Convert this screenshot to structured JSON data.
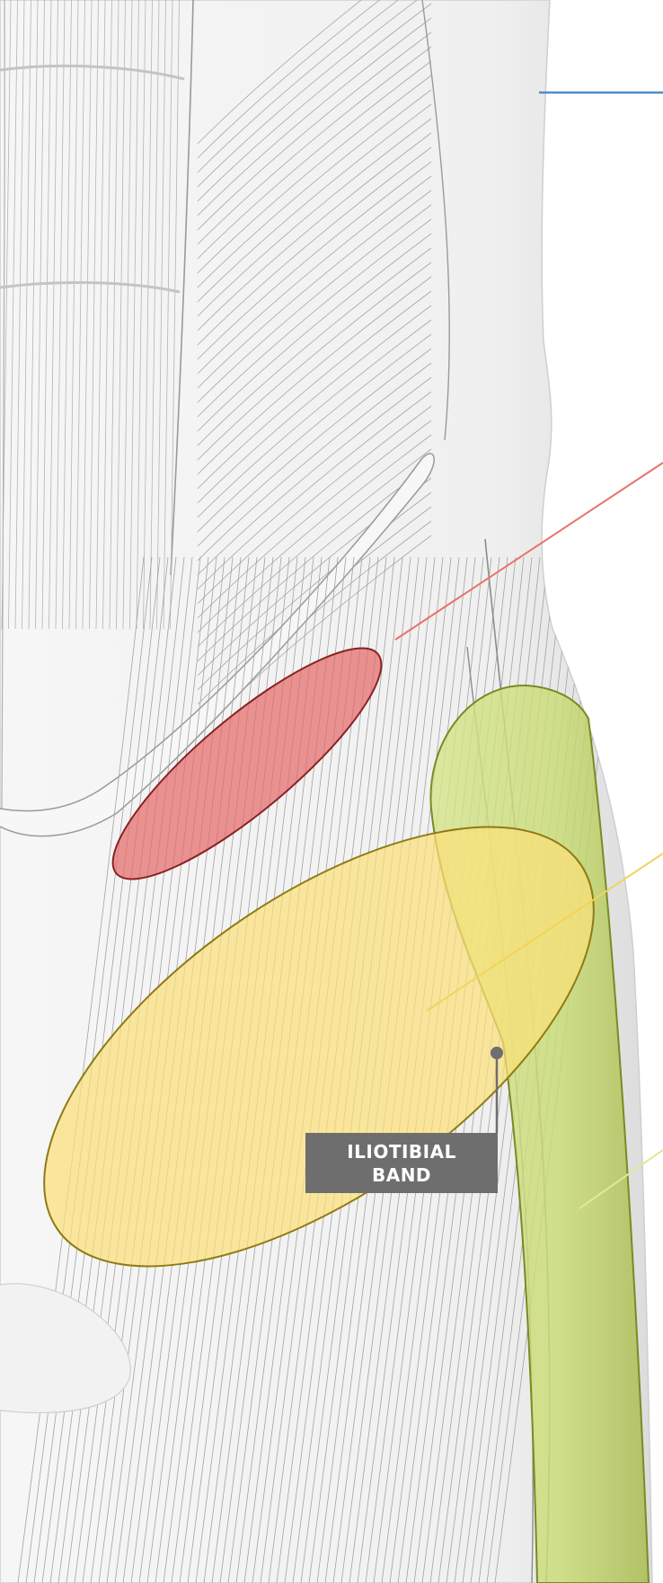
{
  "diagram": {
    "label": {
      "line1": "ILIOTIBIAL",
      "line2": "BAND"
    }
  },
  "colors": {
    "background": "#ffffff",
    "skin": "#f3f3f3",
    "skin_shadow": "#dedede",
    "outline": "#8f8f8f",
    "fiber": "#a8a8a8",
    "label_box": "#6e6e6e",
    "label_text": "#ffffff",
    "leader_blue": "#4f8cc9",
    "leader_red": "#e9736b",
    "leader_yellow": "#f2d45c",
    "leader_green": "#d9e08e",
    "red_region": "#e56b6b",
    "yellow_region": "#fbe07a",
    "green_region": "#c2d868"
  },
  "icons": [
    "leader-line",
    "pin-dot"
  ]
}
